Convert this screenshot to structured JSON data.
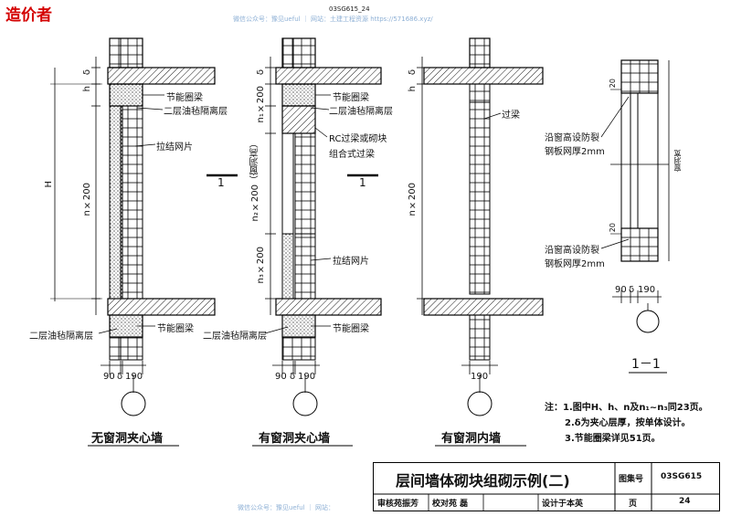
{
  "corner_label": "造价者",
  "top_code": "03SG615_24",
  "watermark_top": "微信公众号：豫见ueful ｜ 网站：土建工程资源 https://571686.xyz/",
  "watermark_bottom": "微信公众号：豫见ueful ｜ 网站：",
  "labels": {
    "h": "h",
    "delta": "δ",
    "H": "H",
    "n200": "n×200",
    "n1_200": "n₁×200",
    "n2_200": "n₂×200（窗洞高）",
    "n3_200": "n₃×200",
    "n200c": "n×200",
    "energy_beam": "节能圈梁",
    "felt_layer": "二层油毡隔离层",
    "tie_mesh": "拉结网片",
    "rc_lintel_1": "RC过梁或砌块",
    "rc_lintel_2": "组合式过梁",
    "lintel": "过梁",
    "section_mark": "1",
    "dim_90": "90",
    "dim_d": "δ",
    "dim_190": "190",
    "anti_crack_1": "沿窗高设防裂",
    "anti_crack_2": "钢板网厚2mm",
    "window_width": "窗洞宽",
    "dim_20": "20",
    "section_title": "1－1"
  },
  "captions": [
    "无窗洞夹心墙",
    "有窗洞夹心墙",
    "有窗洞内墙"
  ],
  "notes": [
    "注：1.图中H、h、n及n₁~n₃同23页。",
    "2.δ为夹心层厚，按单体设计。",
    "3.节能圈梁详见51页。"
  ],
  "title_block": {
    "title": "层间墙体砌块组砌示例(二)",
    "atlas_label": "图集号",
    "atlas_no": "03SG615",
    "page_label": "页",
    "page_no": "24",
    "review": "审核苑振芳",
    "check": "校对苑  磊",
    "design": "设计于本英"
  },
  "colors": {
    "corner": "#d40000",
    "watermark": "#8fb1d6",
    "hatch": "#000000"
  }
}
